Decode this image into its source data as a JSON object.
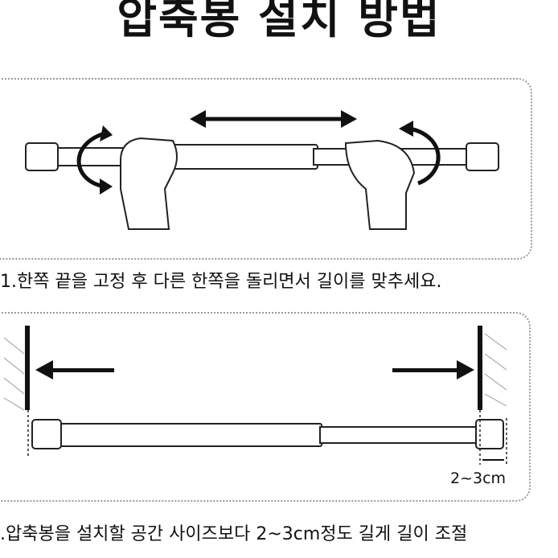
{
  "title": "압축봉 설치 방법",
  "steps": [
    {
      "caption": "1.한쪽 끝을 고정 후 다른 한쪽을 돌리면서 길이를 맞추세요."
    },
    {
      "caption": ".압축봉을 설치할 공간 사이즈보다 2~3cm정도 길게 길이 조절",
      "measure_label": "2~3cm"
    }
  ]
}
